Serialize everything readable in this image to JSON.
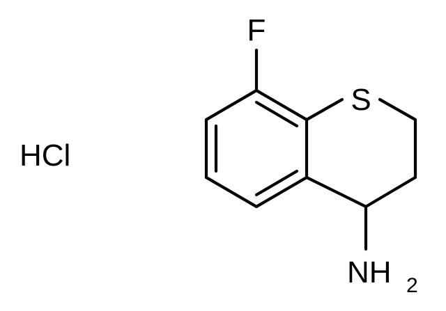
{
  "molecule": {
    "atoms": {
      "fluorine": "F",
      "sulfur": "S",
      "amine": "NH",
      "amine_subscript": "2"
    },
    "salt": "HCl"
  }
}
